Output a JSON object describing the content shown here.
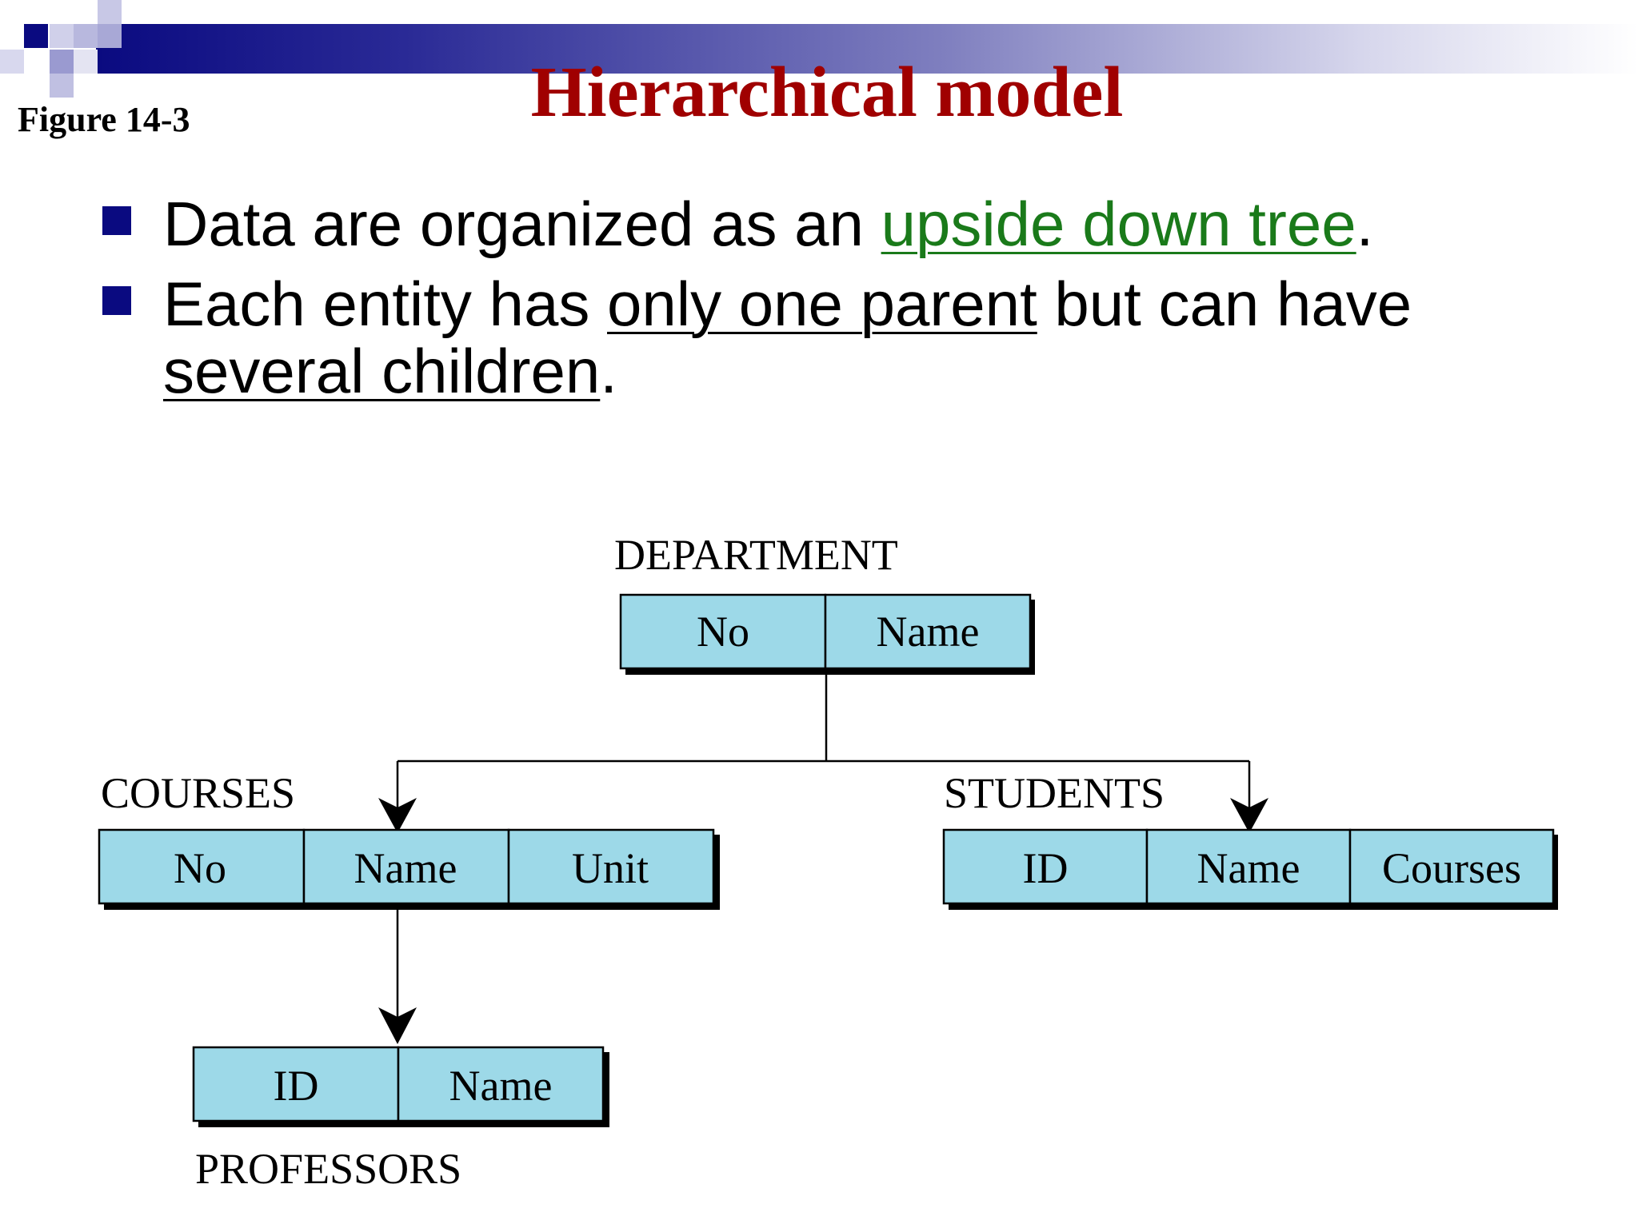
{
  "header": {
    "figure_label": "Figure 14-3",
    "title": "Hierarchical model"
  },
  "bullets": [
    {
      "parts": [
        "Data are organized as an ",
        "upside down tree",
        "."
      ]
    },
    {
      "parts": [
        "Each entity has ",
        "only one parent",
        " but can have ",
        "several children",
        "."
      ]
    }
  ],
  "diagram": {
    "department": {
      "label": "DEPARTMENT",
      "fields": [
        "No",
        "Name"
      ]
    },
    "courses": {
      "label": "COURSES",
      "fields": [
        "No",
        "Name",
        "Unit"
      ]
    },
    "students": {
      "label": "STUDENTS",
      "fields": [
        "ID",
        "Name",
        "Courses"
      ]
    },
    "professors": {
      "label": "PROFESSORS",
      "fields": [
        "ID",
        "Name"
      ]
    }
  },
  "colors": {
    "title": "#a00000",
    "accent": "#0a0a80",
    "link": "#1a7a1a",
    "cell_fill": "#9dd9e8"
  }
}
